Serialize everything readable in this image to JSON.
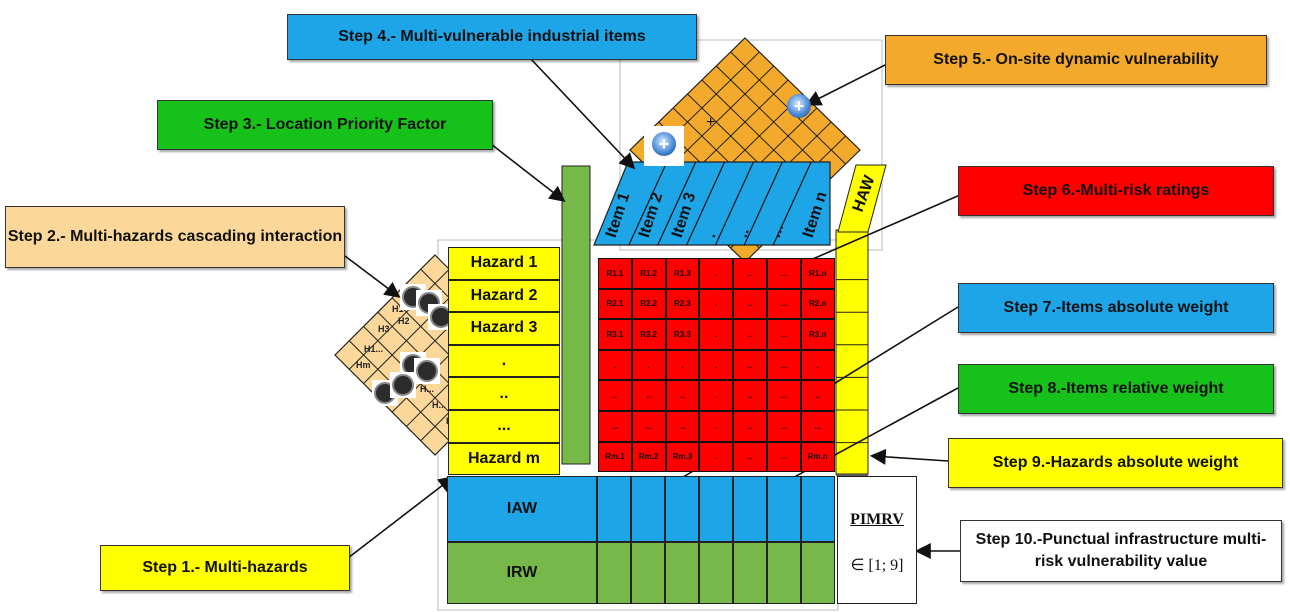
{
  "steps": {
    "s1": "Step 1.- Multi-hazards",
    "s2": "Step 2.- Multi-hazards cascading interaction",
    "s3": "Step 3.- Location Priority Factor",
    "s4": "Step 4.- Multi-vulnerable industrial items",
    "s5": "Step 5.- On-site dynamic vulnerability",
    "s6": "Step 6.-Multi-risk ratings",
    "s7": "Step 7.-Items absolute weight",
    "s8": "Step 8.-Items relative weight",
    "s9": "Step 9.-Hazards absolute weight",
    "s10": "Step 10.-Punctual infrastructure multi-risk vulnerability value"
  },
  "hazards": [
    "Hazard 1",
    "Hazard 2",
    "Hazard 3",
    ".",
    "..",
    "...",
    "Hazard m"
  ],
  "items": [
    "Item 1",
    "Item 2",
    "Item 3",
    ".",
    "..",
    "...",
    "Item n"
  ],
  "haw_label": "HAW",
  "ratings": [
    [
      "R1.1",
      "R1.2",
      "R1.3",
      ".",
      "..",
      "...",
      "R1.n"
    ],
    [
      "R2.1",
      "R2.2",
      "R2.3",
      ".",
      "..",
      "...",
      "R2.n"
    ],
    [
      "R3.1",
      "R3.2",
      "R3.3",
      ".",
      "..",
      "...",
      "R3.n"
    ],
    [
      ".",
      ".",
      ".",
      ".",
      "..",
      "...",
      "."
    ],
    [
      "..",
      "..",
      "..",
      ".",
      "..",
      "...",
      ".."
    ],
    [
      "...",
      "...",
      "...",
      ".",
      "..",
      "...",
      "..."
    ],
    [
      "Rm.1",
      "Rm.2",
      "Rm.3",
      ".",
      "..",
      "...",
      "Rm.n"
    ]
  ],
  "iaw_label": "IAW",
  "irw_label": "IRW",
  "pimrv_label": "PIMRV",
  "pimrv_range": "∈ [1; 9]",
  "plus_symbol": "+",
  "interaction_labels": [
    "H1",
    "H2",
    "H3",
    "H1...",
    "Hm",
    "H...",
    "H...",
    "H..."
  ],
  "colors": {
    "yellow": "#ffff00",
    "red": "#ff0000",
    "blue": "#1ea5e8",
    "green": "#77b84a",
    "orange": "#f3a92b",
    "tan": "#fbd89a",
    "bright_green": "#16c11a",
    "light_yellow": "#ffff00"
  }
}
